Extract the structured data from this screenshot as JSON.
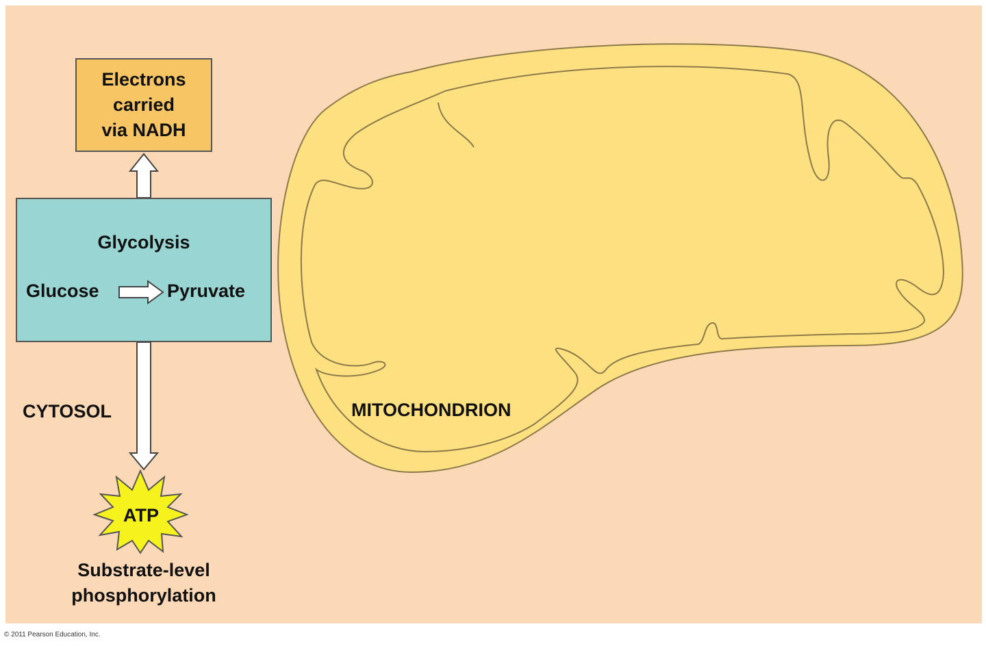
{
  "diagram": {
    "nadh_box": {
      "line1": "Electrons",
      "line2": "carried",
      "line3": "via NADH"
    },
    "glycolysis_box": {
      "title": "Glycolysis",
      "input": "Glucose",
      "output": "Pyruvate"
    },
    "cytosol_label": "CYTOSOL",
    "mitochondrion_label": "MITOCHONDRION",
    "atp_label": "ATP",
    "substrate_label_line1": "Substrate-level",
    "substrate_label_line2": "phosphorylation",
    "copyright": "© 2011 Pearson Education, Inc."
  },
  "colors": {
    "background": "#fbd8b6",
    "nadh_box": "#f7c564",
    "glycolysis_box": "#98d5d3",
    "mitochondrion": "#fde07f",
    "atp_star": "#f6f21e"
  }
}
